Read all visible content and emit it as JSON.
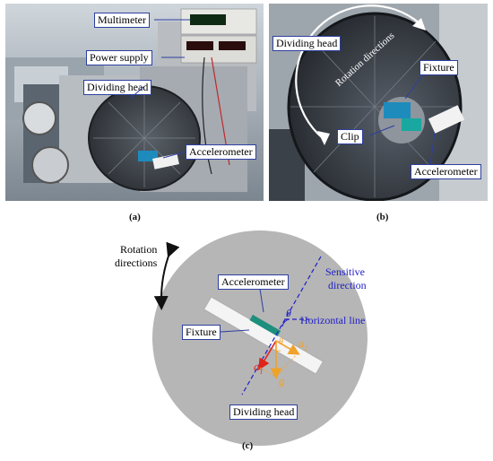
{
  "panel_a": {
    "caption": "(a)",
    "labels": {
      "multimeter": "Multimeter",
      "power_supply": "Power supply",
      "dividing_head": "Dividing head",
      "accelerometer": "Accelerometer"
    }
  },
  "panel_b": {
    "caption": "(b)",
    "labels": {
      "dividing_head": "Dividing head",
      "rotation_directions": "Rotation directions",
      "fixture": "Fixture",
      "clip": "Clip",
      "accelerometer": "Accelerometer"
    }
  },
  "panel_c": {
    "caption": "(c)",
    "labels": {
      "rotation": "Rotation",
      "directions": "directions",
      "accelerometer": "Accelerometer",
      "sensitive": "Sensitive",
      "direction": "direction",
      "horizontal_line": "Horizontal line",
      "theta": "θ",
      "theta2": "θ",
      "fixture": "Fixture",
      "a1": "a",
      "a1_sub": "1",
      "a2": "a",
      "a2_sub": "2",
      "g": "g",
      "dividing_head": "Dividing head"
    },
    "colors": {
      "disk": "#b6b6b6",
      "sensitive_line": "#1f1fc8",
      "a1_arrow": "#e0231b",
      "a2_arrow": "#f0a22a",
      "g_arrow": "#f0a22a",
      "sensor": "#1d8f7c"
    }
  }
}
